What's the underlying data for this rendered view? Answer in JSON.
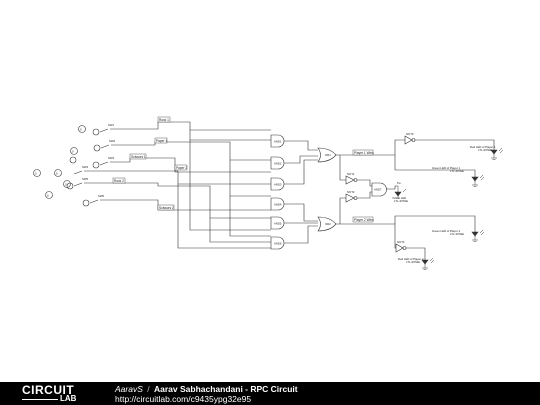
{
  "circuit": {
    "input_labels": [
      "Rock 1",
      "Paper 1",
      "Scissors 1",
      "Paper 2",
      "Rock 2",
      "Scissors 2"
    ],
    "input_values": [
      "0",
      "0",
      "0",
      "0",
      "0",
      "0"
    ],
    "switch_labels": [
      "SW1",
      "SW2",
      "SW3",
      "SW4",
      "SW5",
      "SW6"
    ],
    "and_gate_labels": [
      "AND1",
      "AND2",
      "AND3",
      "AND4",
      "AND5",
      "AND6"
    ],
    "or_gate_labels": [
      "OR1",
      "OR2"
    ],
    "wire_labels": [
      "Player 1 Wins",
      "Player 2 Wins"
    ],
    "not_gate_labels": [
      "NOT1",
      "NOT2"
    ],
    "tie_gate_label": "AND7",
    "tie_label": "Tie",
    "tie_led": {
      "name": "Yellow LED",
      "part": "LTL-307EE"
    },
    "led_top": {
      "name": "Green LED of Player 1",
      "part": "LTL-307EE"
    },
    "led_top_red": {
      "name": "Red LED of Player 1",
      "part": "LTL-307EE"
    },
    "led_bottom_green": {
      "name": "Green LED of Player 2",
      "part": "LTL-307EE"
    },
    "led_bottom_red": {
      "name": "Red LED of Player 2",
      "part": "LTL-307EE"
    },
    "not_top_label": "NOT3",
    "not_bottom_label": "NOT4"
  },
  "footer": {
    "logo_top": "CIRCUIT",
    "logo_bottom": "LAB",
    "author": "AaravS",
    "separator": "/",
    "title": "Aarav Sabhachandani - RPC Circuit",
    "url": "http://circuitlab.com/c9435ypg32e95"
  },
  "colors": {
    "wire": "#333333",
    "footer_bg": "#000000",
    "footer_text": "#ffffff"
  }
}
